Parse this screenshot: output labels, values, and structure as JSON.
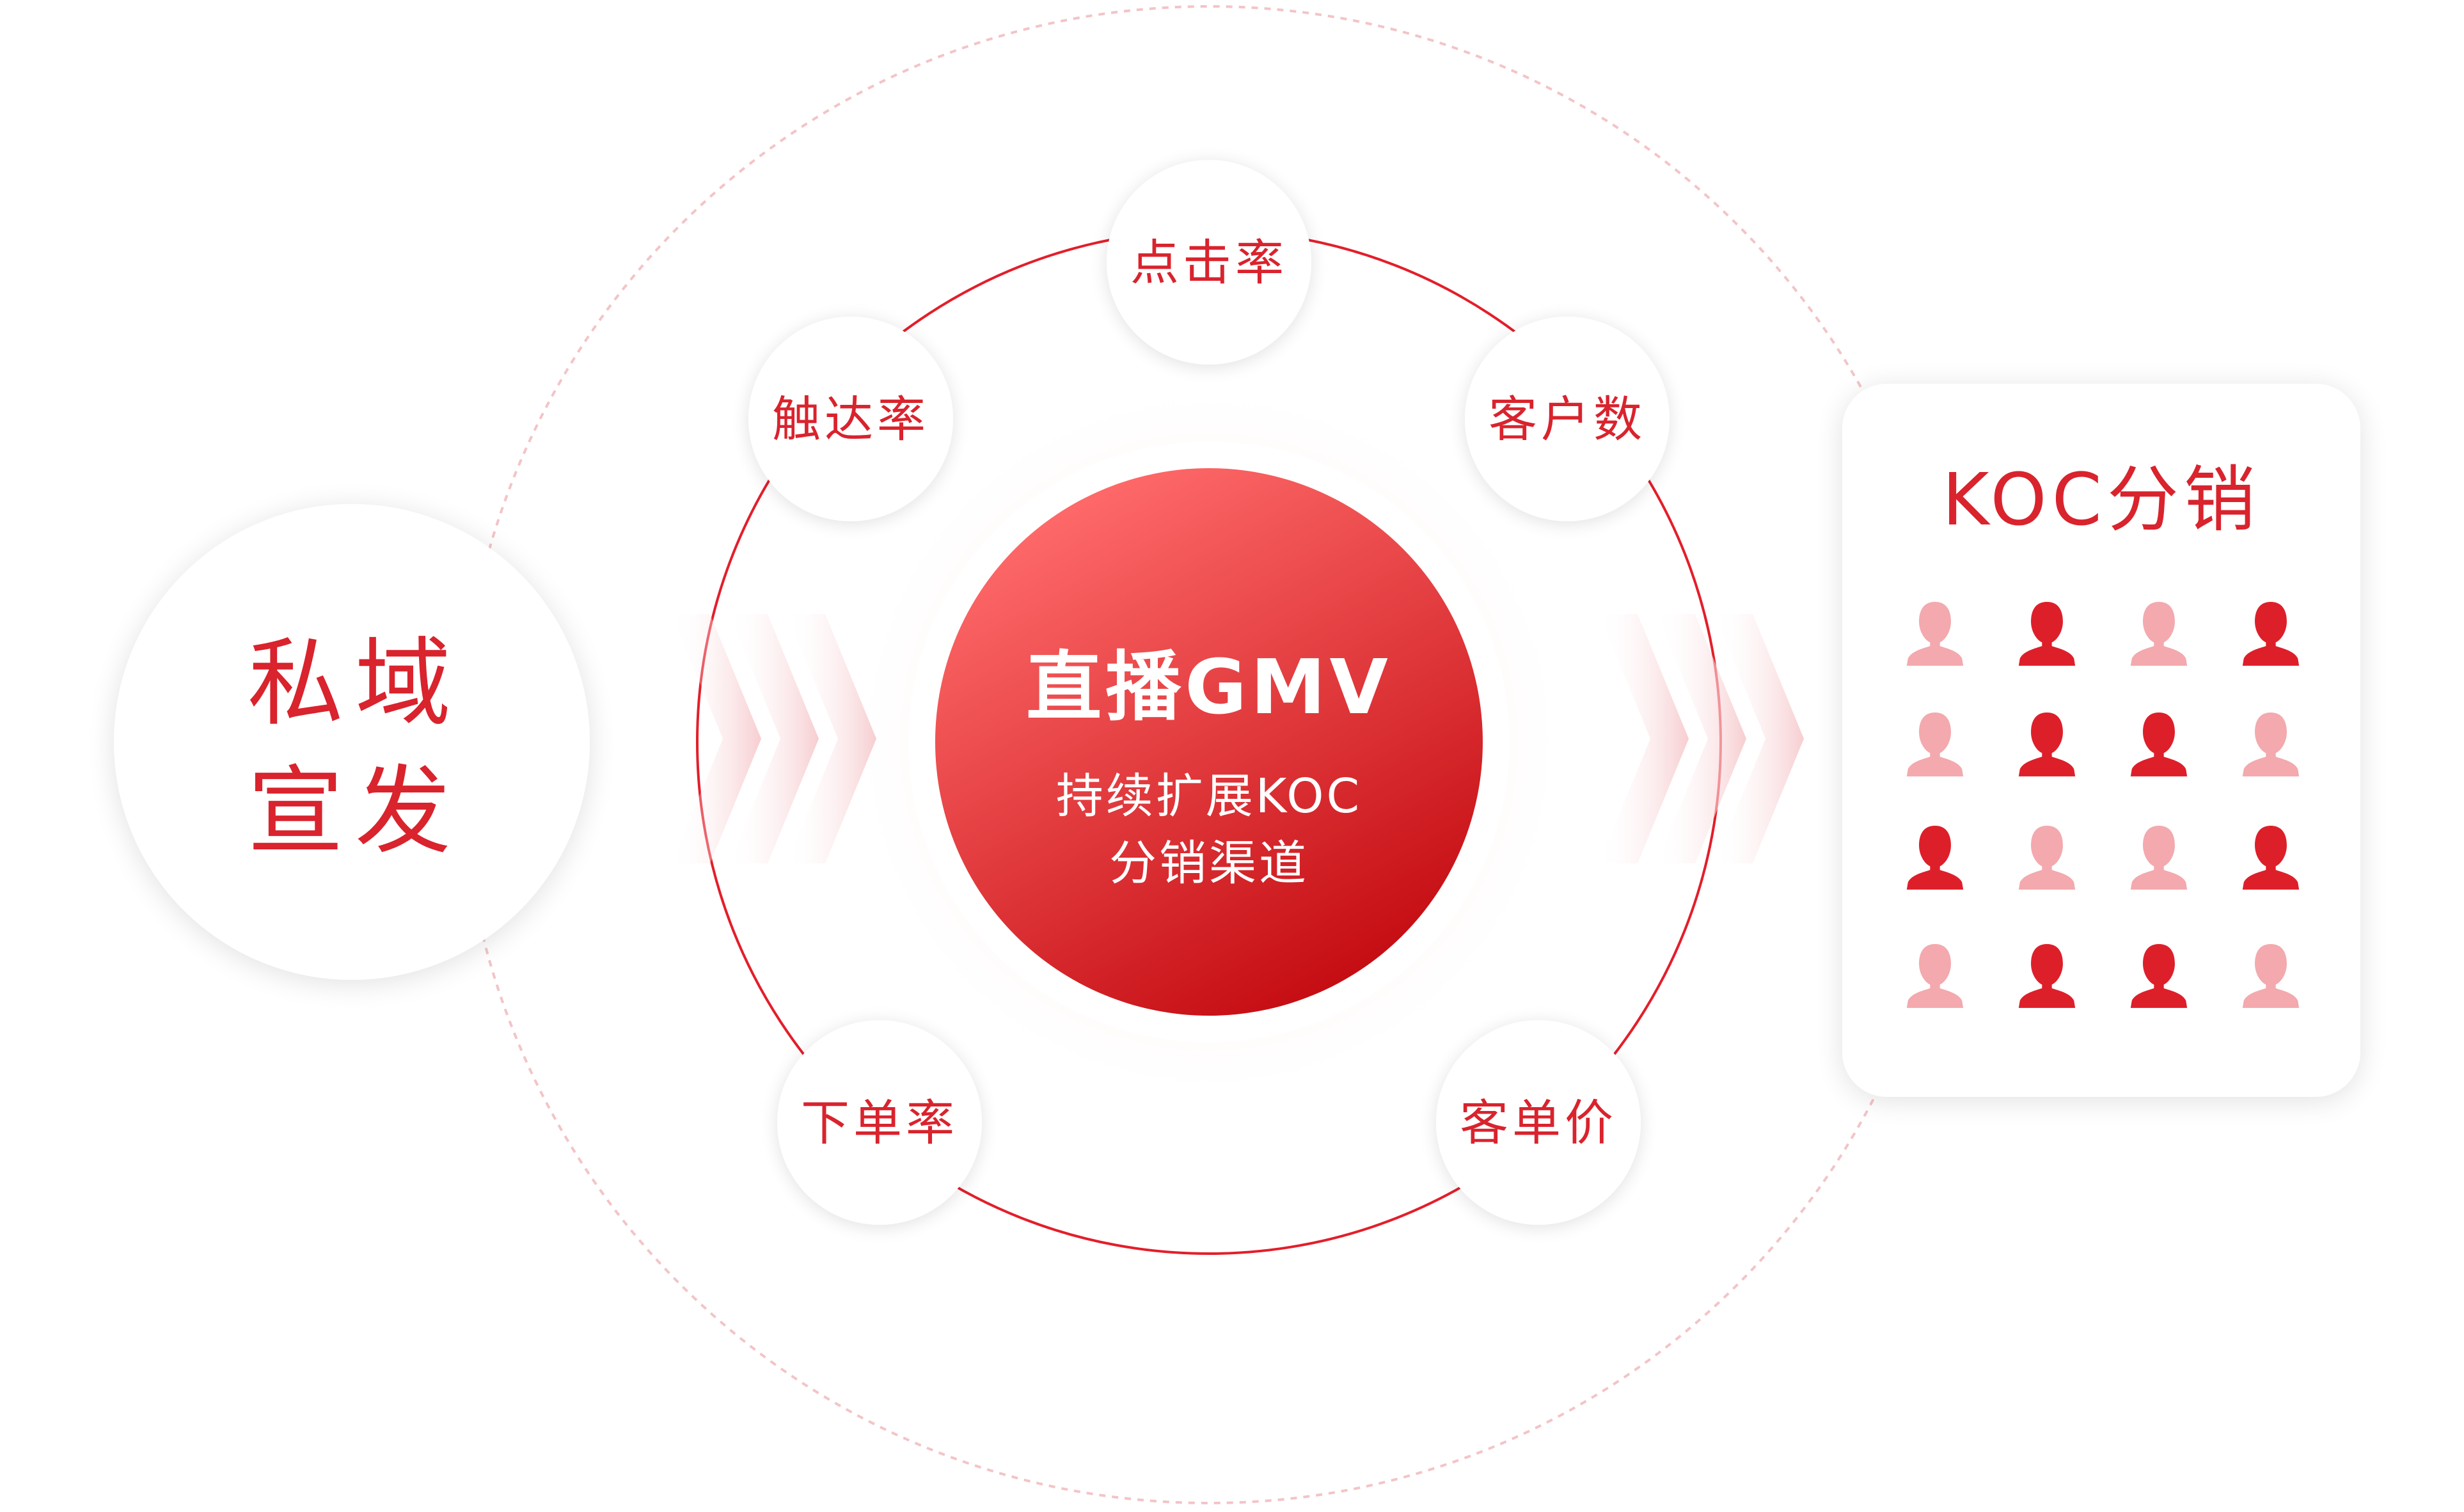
{
  "source": {
    "line1": "私域",
    "line2": "宣发"
  },
  "center": {
    "title": "直播GMV",
    "subtitle_line1": "持续扩展KOC",
    "subtitle_line2": "分销渠道"
  },
  "metrics": [
    {
      "id": "click-rate",
      "label": "点击率"
    },
    {
      "id": "reach-rate",
      "label": "触达率"
    },
    {
      "id": "customer-count",
      "label": "客户数"
    },
    {
      "id": "order-rate",
      "label": "下单率"
    },
    {
      "id": "avg-order-value",
      "label": "客单价"
    }
  ],
  "distribution": {
    "title": "KOC分销",
    "grid": [
      [
        "light",
        "dark",
        "light",
        "dark"
      ],
      [
        "light",
        "dark",
        "dark",
        "light"
      ],
      [
        "dark",
        "light",
        "light",
        "dark"
      ],
      [
        "light",
        "dark",
        "dark",
        "light"
      ]
    ]
  },
  "colors": {
    "accent": "#d9232d",
    "accent_dark": "#c40c12",
    "accent_light": "#ff6a6a",
    "person_light": "#f3a9ad",
    "person_dark": "#dd1f2a",
    "ring_line": "#e31e2a",
    "dotted_ring": "#f3c4c7"
  },
  "icons": {
    "person": "person-icon",
    "chevron": "chevron-right-icon"
  }
}
